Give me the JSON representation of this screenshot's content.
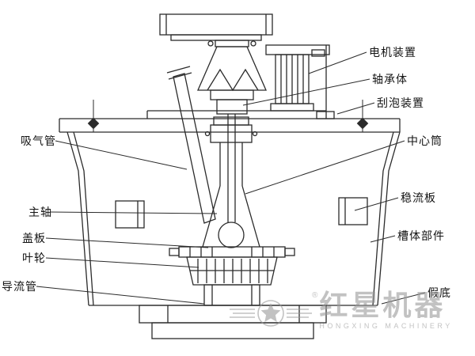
{
  "labels": {
    "motor": "电机装置",
    "bearing": "轴承体",
    "scraper": "刮泡装置",
    "center_tube": "中心筒",
    "stabilizer": "稳流板",
    "tank": "槽体部件",
    "false_bottom": "假底",
    "suction": "吸气管",
    "main_shaft": "主轴",
    "cover": "盖板",
    "impeller": "叶轮",
    "guide": "导流管"
  },
  "watermark": {
    "brand": "红星机器",
    "brand_en": "HONGXING MACHINERY",
    "registered": "®",
    "color": "#9a9a9a"
  },
  "drawing": {
    "stroke_color": "#2b2b2b",
    "background": "#ffffff"
  }
}
